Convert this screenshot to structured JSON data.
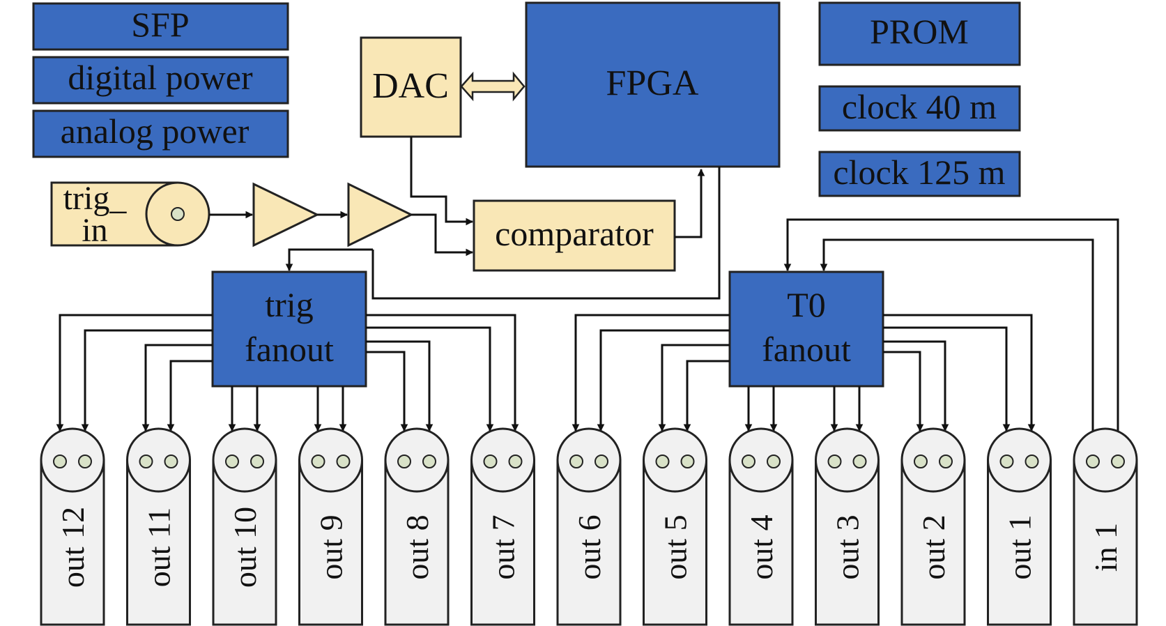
{
  "colors": {
    "blue": "#3a6bbf",
    "cream": "#f9e7b6",
    "connector": "#f1f1f1",
    "pin": "#d9e2c8",
    "line": "#111111"
  },
  "blocks": {
    "sfp": "SFP",
    "digital_power": "digital power",
    "analog_power": "analog power",
    "dac": "DAC",
    "fpga": "FPGA",
    "prom": "PROM",
    "clock40": "clock 40 m",
    "clock125": "clock 125 m",
    "comparator": "comparator",
    "trig_fanout": [
      "trig",
      "fanout"
    ],
    "t0_fanout": [
      "T0",
      "fanout"
    ]
  },
  "trig_in": [
    "trig_",
    "in"
  ],
  "connectors": [
    "out 12",
    "out 11",
    "out 10",
    "out 9",
    "out 8",
    "out 7",
    "out 6",
    "out 5",
    "out 4",
    "out 3",
    "out 2",
    "out 1",
    "in 1"
  ]
}
